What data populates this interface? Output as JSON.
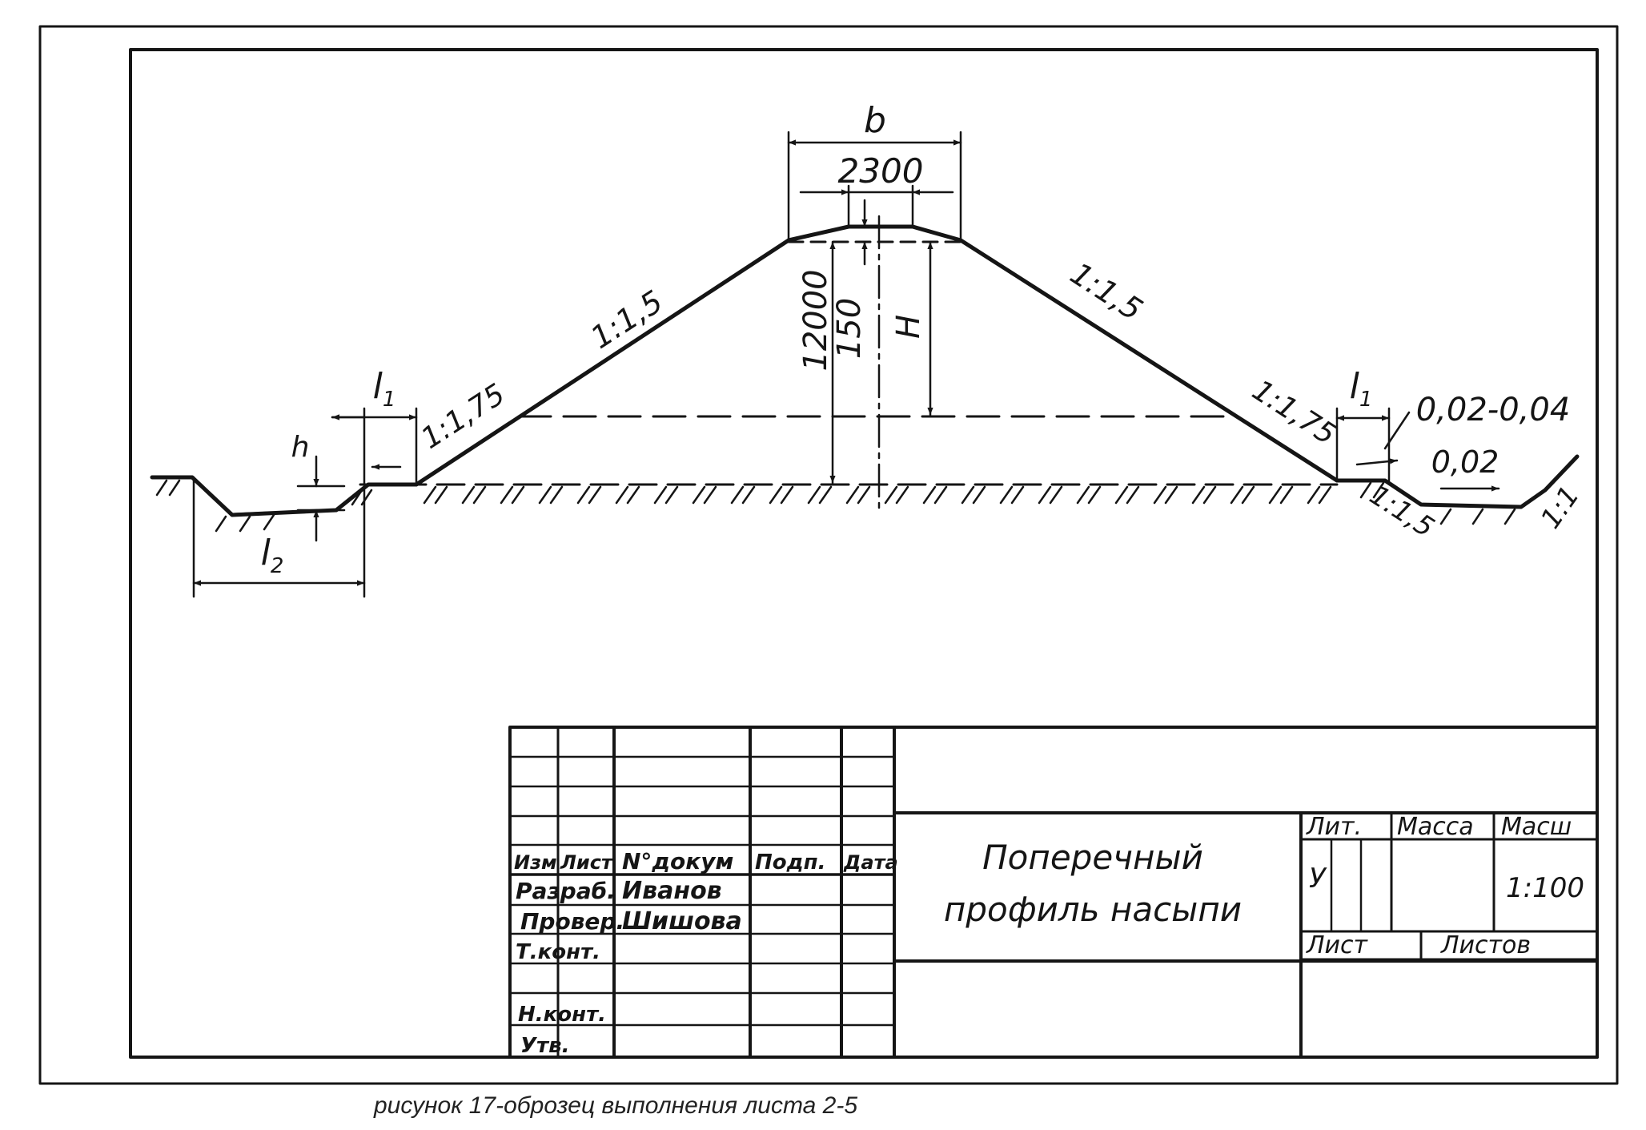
{
  "drawing": {
    "dimensions": {
      "b": "b",
      "crest_width": "2300",
      "height_total": "12000",
      "crown": "150",
      "H": "H",
      "h": "h",
      "l1_left": "l",
      "l1_left_sub": "1",
      "l1_right": "l",
      "l1_right_sub": "1",
      "l2": "l",
      "l2_sub": "2"
    },
    "slopes": {
      "left_upper": "1:1,5",
      "right_upper": "1:1,5",
      "left_lower": "1:1,75",
      "right_lower": "1:1,75",
      "ditch_inner": "1:1,5",
      "ditch_outer": "1:1"
    },
    "grades": {
      "berm": "0,02-0,04",
      "ditch": "0,02"
    }
  },
  "title_block": {
    "headers": {
      "izm": "Изм",
      "list": "Лист",
      "doc": "N°докум",
      "sign": "Подп.",
      "date": "Дата"
    },
    "roles": {
      "razrab": "Разраб.",
      "prover": "Провер.",
      "tkont": "Т.конт.",
      "nkont": "Н.конт.",
      "utv": "Утв."
    },
    "names": {
      "razrab": "Иванов",
      "prover": "Шишова"
    },
    "title_line1": "Поперечный",
    "title_line2": "профиль насыпи",
    "lit_label": "Лит.",
    "mass_label": "Масса",
    "scale_label": "Масш",
    "lit_value": "У",
    "scale_value": "1:100",
    "sheet_label": "Лист",
    "sheets_label": "Листов"
  },
  "caption": "рисунок 17-оброзец выполнения листа 2-5"
}
